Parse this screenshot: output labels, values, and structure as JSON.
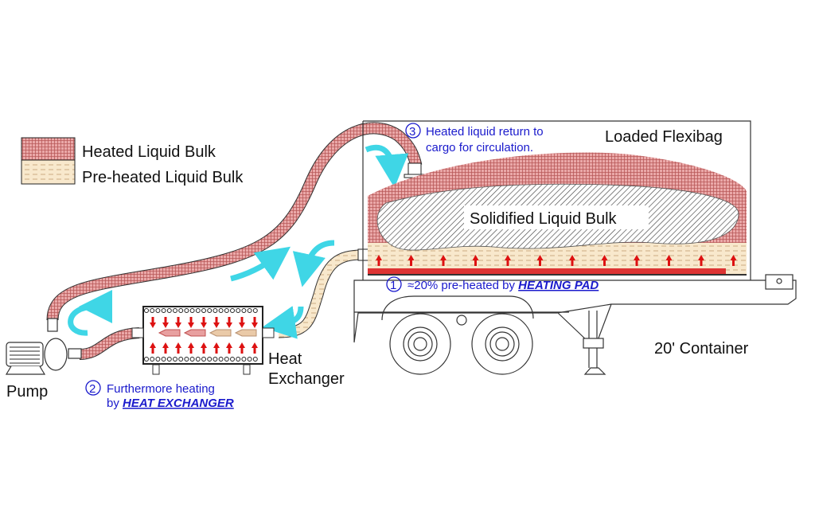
{
  "legend": {
    "items": [
      {
        "label": "Heated Liquid Bulk",
        "color": "#e8a0a0"
      },
      {
        "label": "Pre-heated Liquid Bulk",
        "color": "#f7e6c8"
      }
    ]
  },
  "labels": {
    "flexibag": "Loaded Flexibag",
    "solidified": "Solidified Liquid Bulk",
    "container": "20' Container",
    "pump": "Pump",
    "heat_exchanger_line1": "Heat",
    "heat_exchanger_line2": "Exchanger"
  },
  "steps": [
    {
      "number": "1",
      "text": "≈20% pre-heated by ",
      "emphasis": "HEATING PAD"
    },
    {
      "number": "2",
      "line1": "Furthermore heating",
      "line2_prefix": "by ",
      "emphasis": "HEAT EXCHANGER"
    },
    {
      "number": "3",
      "line1": "Heated liquid return to",
      "line2": "cargo for circulation."
    }
  ],
  "colors": {
    "heated": "#e8a0a0",
    "heated_grid": "#b85050",
    "preheated": "#f7e6c8",
    "preheated_dash": "#c8a070",
    "flow_arrow": "#3fd6e6",
    "heat_arrow": "#dd1111",
    "step_text": "#1a1acc"
  }
}
